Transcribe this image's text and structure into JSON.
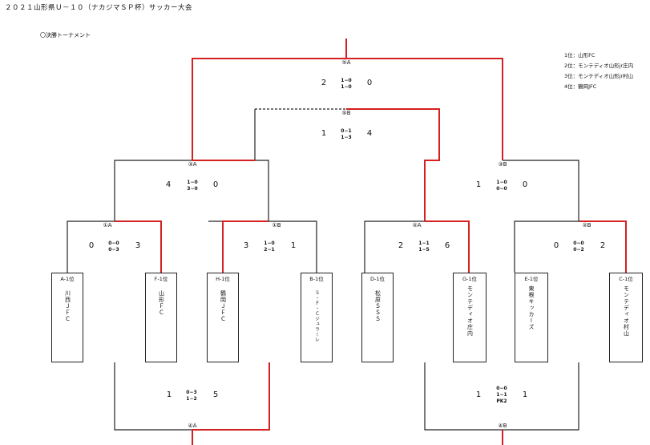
{
  "title": "２０２１山形県Ｕ－１０（ナカジマＳＰ杯）サッカー大会",
  "subtitle": "〇決勝トーナメント",
  "standings": [
    "1位：山形FC",
    "2位：モンテディオ山形jr庄内",
    "3位：モンテディオ山形jr村山",
    "4位：鶴岡JFC"
  ],
  "teams": {
    "a": {
      "seed": "A-1位",
      "name": "川西ＪＦＣ"
    },
    "f": {
      "seed": "F-1位",
      "name": "山形ＦＣ"
    },
    "h": {
      "seed": "H-1位",
      "name": "鶴岡ＪＦＣ"
    },
    "b": {
      "seed": "B-1位",
      "name": "Ｓ・Ｆ・Ｃジュラーレ"
    },
    "d": {
      "seed": "D-1位",
      "name": "松原ＳＳＳ"
    },
    "g": {
      "seed": "G-1位",
      "name": "モンテディオ庄内"
    },
    "e": {
      "seed": "E-1位",
      "name": "東根キッカーズ"
    },
    "c": {
      "seed": "C-1位",
      "name": "モンテディオ村山"
    }
  },
  "matches": {
    "m1a": {
      "label": "①A",
      "left": "0",
      "right": "3",
      "detail": [
        "0−0",
        "0−3"
      ]
    },
    "m1b": {
      "label": "①B",
      "left": "3",
      "right": "1",
      "detail": [
        "1−0",
        "2−1"
      ]
    },
    "m2a": {
      "label": "②A",
      "left": "2",
      "right": "6",
      "detail": [
        "1−1",
        "1−5"
      ]
    },
    "m2b": {
      "label": "②B",
      "left": "0",
      "right": "2",
      "detail": [
        "0−0",
        "0−2"
      ]
    },
    "m3a": {
      "label": "③A",
      "left": "4",
      "right": "0",
      "detail": [
        "1−0",
        "3−0"
      ]
    },
    "m3b": {
      "label": "③B",
      "left": "1",
      "right": "0",
      "detail": [
        "1−0",
        "0−0"
      ]
    },
    "m4a": {
      "label": "④A",
      "left": "1",
      "right": "5",
      "detail": [
        "0−3",
        "1−2"
      ]
    },
    "m4b": {
      "label": "④B",
      "left": "1",
      "right": "1",
      "detail": [
        "0−0",
        "1−1",
        "PK2"
      ]
    },
    "m5a": {
      "label": "⑤A",
      "left": "2",
      "right": "0",
      "detail": [
        "1−0",
        "1−0"
      ]
    },
    "m5b": {
      "label": "⑤B",
      "left": "1",
      "right": "4",
      "detail": [
        "0−1",
        "1−3"
      ]
    }
  },
  "colors": {
    "winner_line": "#d42020",
    "line": "#222222"
  }
}
